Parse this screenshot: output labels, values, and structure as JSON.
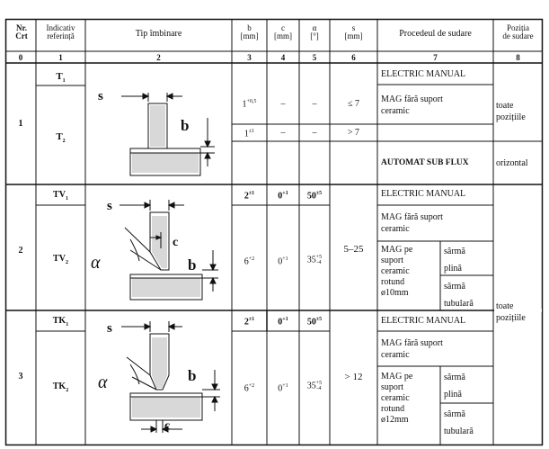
{
  "header": {
    "nr": [
      "Nr.",
      "Crt"
    ],
    "indicativ": [
      "Indicativ",
      "referință"
    ],
    "tip": "Tip îmbinare",
    "b": [
      "b",
      "[mm]"
    ],
    "c": [
      "c",
      "[mm]"
    ],
    "alpha": [
      "α",
      "[°]"
    ],
    "s": [
      "s",
      "[mm]"
    ],
    "procedeu": "Procedeul de sudare",
    "pozitia": [
      "Poziția",
      "de sudare"
    ],
    "col_numbers": [
      "0",
      "1",
      "2",
      "3",
      "4",
      "5",
      "6",
      "7",
      "8"
    ]
  },
  "rows": {
    "r1": {
      "nr": "1",
      "ref1": "T",
      "ref1_sub": "1",
      "ref2": "T",
      "ref2_sub": "2",
      "b1": "1",
      "b1_sup": "+0,5",
      "c1": "–",
      "a1": "–",
      "s1": "≤ 7",
      "b2": "1",
      "b2_sup": "±1",
      "c2": "–",
      "a2": "–",
      "s2": "> 7",
      "proc1": "ELECTRIC MANUAL",
      "proc2": [
        "MAG fără suport",
        "ceramic"
      ],
      "proc3": "AUTOMAT SUB FLUX",
      "poz1": [
        "toate",
        "pozițiile"
      ],
      "poz2": "orizontal",
      "drawing_labels": {
        "s": "s",
        "b": "b"
      }
    },
    "r2": {
      "nr": "2",
      "ref1": "TV",
      "ref1_sub": "1",
      "ref2": "TV",
      "ref2_sub": "2",
      "b1": "2",
      "b1_sup": "±1",
      "c1": "0",
      "c1_sup": "+1",
      "a1": "50",
      "a1_sup": "±5",
      "b2": "6",
      "b2_sup": "+2",
      "c2": "0",
      "c2_sup": "+1",
      "a2": "35",
      "a2_sup": "+5",
      "a2_sub": "-4",
      "s": "5–25",
      "proc1": "ELECTRIC MANUAL",
      "proc2": [
        "MAG fără suport",
        "ceramic"
      ],
      "proc3": [
        "MAG pe",
        "suport",
        "ceramic",
        "rotund",
        "ø10mm"
      ],
      "wire1": [
        "sârmă",
        "plină"
      ],
      "wire2": [
        "sârmă",
        "tubulară"
      ],
      "drawing_labels": {
        "s": "s",
        "c": "c",
        "b": "b",
        "alpha": "α"
      }
    },
    "r3": {
      "nr": "3",
      "ref1": "TK",
      "ref1_sub": "1",
      "ref2": "TK",
      "ref2_sub": "2",
      "b1": "2",
      "b1_sup": "±1",
      "c1": "0",
      "c1_sup": "+1",
      "a1": "50",
      "a1_sup": "±5",
      "b2": "6",
      "b2_sup": "+2",
      "c2": "0",
      "c2_sup": "+1",
      "a2": "35",
      "a2_sup": "+5",
      "a2_sub": "-4",
      "s": "> 12",
      "proc1": "ELECTRIC MANUAL",
      "proc2": [
        "MAG fără suport",
        "ceramic"
      ],
      "proc3": [
        "MAG pe",
        "suport",
        "ceramic",
        "rotund",
        "ø12mm"
      ],
      "wire1": [
        "sârmă",
        "plină"
      ],
      "wire2": [
        "sârmă",
        "tubulară"
      ],
      "drawing_labels": {
        "s": "s",
        "b": "b",
        "alpha": "α",
        "c": "c"
      }
    },
    "poz_shared": [
      "toate",
      "pozițiile"
    ]
  }
}
